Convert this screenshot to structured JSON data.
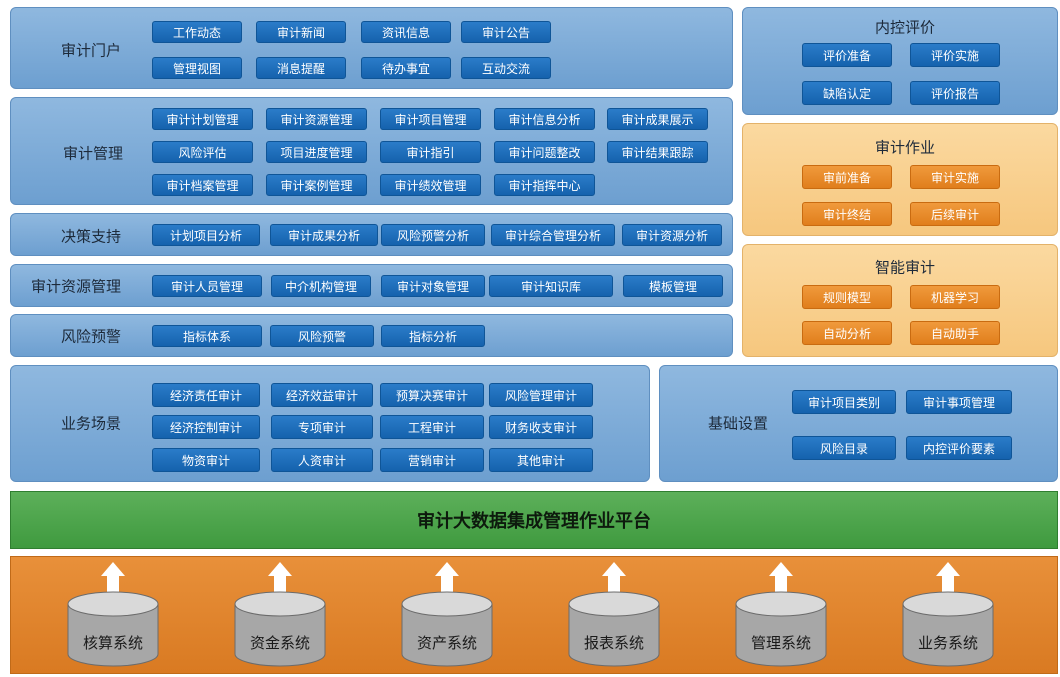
{
  "sections": {
    "portal": {
      "title": "审计门户",
      "buttons": [
        "工作动态",
        "审计新闻",
        "资讯信息",
        "审计公告",
        "管理视图",
        "消息提醒",
        "待办事宜",
        "互动交流"
      ]
    },
    "management": {
      "title": "审计管理",
      "buttons": [
        "审计计划管理",
        "审计资源管理",
        "审计项目管理",
        "审计信息分析",
        "审计成果展示",
        "风险评估",
        "项目进度管理",
        "审计指引",
        "审计问题整改",
        "审计结果跟踪",
        "审计档案管理",
        "审计案例管理",
        "审计绩效管理",
        "审计指挥中心"
      ]
    },
    "decision": {
      "title": "决策支持",
      "buttons": [
        "计划项目分析",
        "审计成果分析",
        "风险预警分析",
        "审计综合管理分析",
        "审计资源分析"
      ]
    },
    "resources": {
      "title": "审计资源管理",
      "buttons": [
        "审计人员管理",
        "中介机构管理",
        "审计对象管理",
        "审计知识库",
        "模板管理"
      ]
    },
    "risk": {
      "title": "风险预警",
      "buttons": [
        "指标体系",
        "风险预警",
        "指标分析"
      ]
    },
    "business": {
      "title": "业务场景",
      "buttons": [
        "经济责任审计",
        "经济效益审计",
        "预算决赛审计",
        "风险管理审计",
        "经济控制审计",
        "专项审计",
        "工程审计",
        "财务收支审计",
        "物资审计",
        "人资审计",
        "营销审计",
        "其他审计"
      ]
    },
    "basic": {
      "title": "基础设置",
      "buttons": [
        "审计项目类别",
        "审计事项管理",
        "风险目录",
        "内控评价要素"
      ]
    },
    "internal_control": {
      "title": "内控评价",
      "buttons": [
        "评价准备",
        "评价实施",
        "缺陷认定",
        "评价报告"
      ]
    },
    "audit_work": {
      "title": "审计作业",
      "buttons": [
        "审前准备",
        "审计实施",
        "审计终结",
        "后续审计"
      ]
    },
    "smart_audit": {
      "title": "智能审计",
      "buttons": [
        "规则模型",
        "机器学习",
        "自动分析",
        "自动助手"
      ]
    }
  },
  "platform": {
    "title": "审计大数据集成管理作业平台"
  },
  "systems": [
    "核算系统",
    "资金系统",
    "资产系统",
    "报表系统",
    "管理系统",
    "业务系统"
  ],
  "colors": {
    "panel_blue": "#7aa7d6",
    "button_blue": "#1f6fbe",
    "panel_orange": "#f8cf8c",
    "button_orange": "#e88a2c",
    "platform_green": "#4ea64c",
    "base_orange": "#de8228"
  }
}
